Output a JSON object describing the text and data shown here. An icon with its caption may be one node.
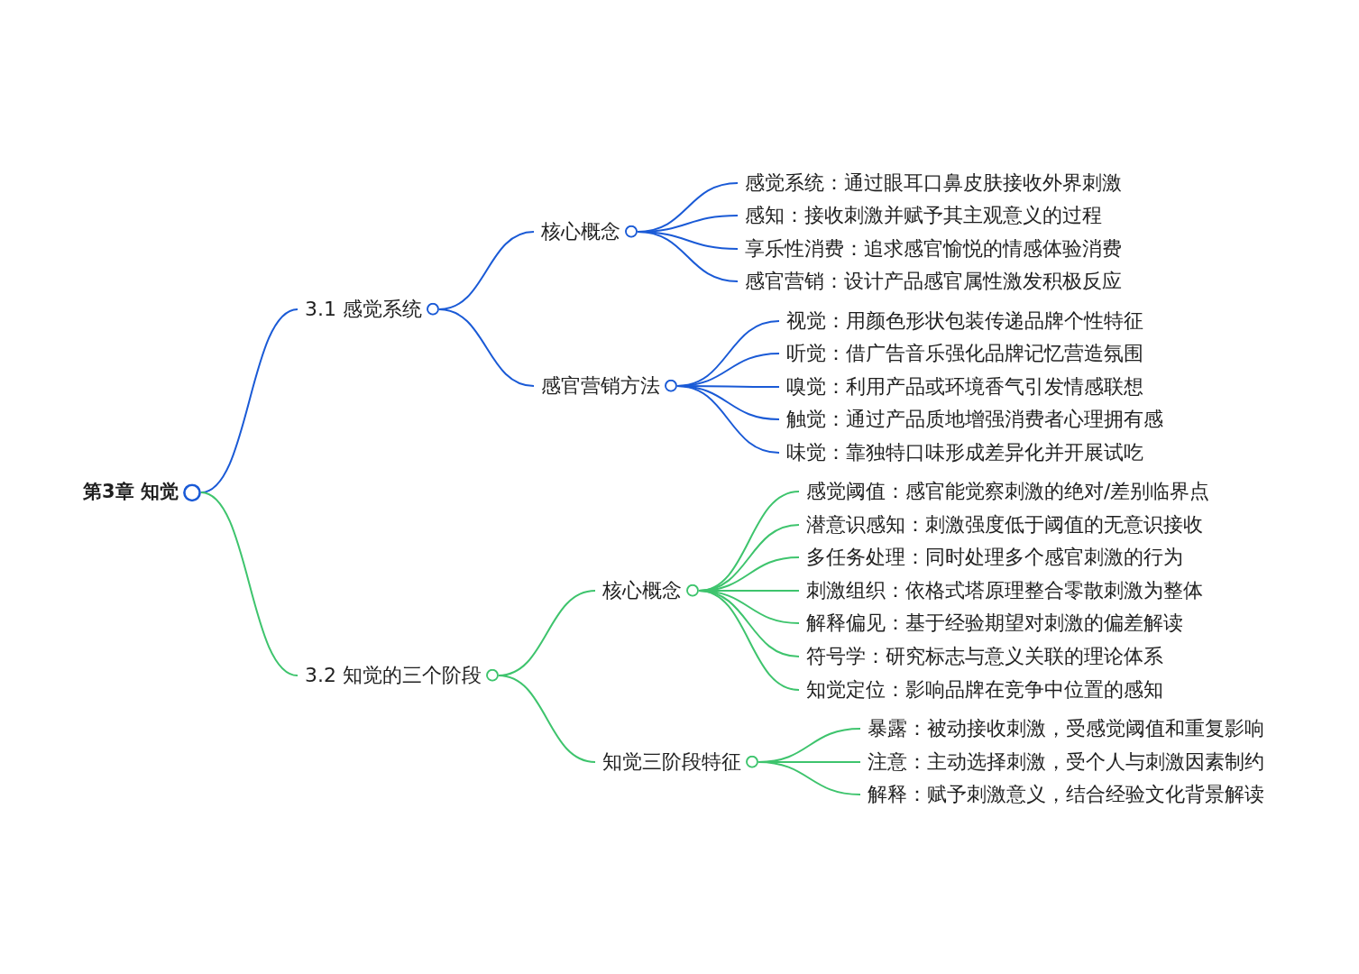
{
  "diagram": {
    "nodes": [
      {
        "text": [
          "第3章 知觉"
        ]
      },
      {
        "text": [
          "3.1 感觉系统"
        ]
      },
      {
        "text": [
          "核心概念"
        ]
      },
      {
        "text": [
          "感觉系统：通过眼耳口鼻皮肤接收外界刺激"
        ]
      },
      {
        "text": [
          "感知：接收刺激并赋予其主观意义的过程"
        ]
      },
      {
        "text": [
          "享乐性消费：追求感官愉悦的情感体验消费"
        ]
      },
      {
        "text": [
          "感官营销：设计产品感官属性激发积极反应"
        ]
      },
      {
        "text": [
          "感官营销方法"
        ]
      },
      {
        "text": [
          "视觉：用颜色形状包装传递品牌个性特征"
        ]
      },
      {
        "text": [
          "听觉：借广告音乐强化品牌记忆营造氛围"
        ]
      },
      {
        "text": [
          "嗅觉：利用产品或环境香气引发情感联想"
        ]
      },
      {
        "text": [
          "触觉：通过产品质地增强消费者心理拥有感"
        ]
      },
      {
        "text": [
          "味觉：靠独特口味形成差异化并开展试吃"
        ]
      },
      {
        "text": [
          "3.2 知觉的三个阶段"
        ]
      },
      {
        "text": [
          "核心概念"
        ]
      },
      {
        "text": [
          "感觉阈值：感官能觉察刺激的绝对/差别临界点"
        ]
      },
      {
        "text": [
          "潜意识感知：刺激强度低于阈值的无意识接收"
        ]
      },
      {
        "text": [
          "多任务处理：同时处理多个感官刺激的行为"
        ]
      },
      {
        "text": [
          "刺激组织：依格式塔原理整合零散刺激为整体"
        ]
      },
      {
        "text": [
          "解释偏见：基于经验期望对刺激的偏差解读"
        ]
      },
      {
        "text": [
          "符号学：研究标志与意义关联的理论体系"
        ]
      },
      {
        "text": [
          "知觉定位：影响品牌在竞争中位置的感知"
        ]
      },
      {
        "text": [
          "知觉三阶段特征"
        ]
      },
      {
        "text": [
          "暴露：被动接收刺激，受感觉阈值和重复影响"
        ]
      },
      {
        "text": [
          "注意：主动选择刺激，受个人与刺激因素制约"
        ]
      },
      {
        "text": [
          "解释：赋予刺激意义，结合经验文化背景解读"
        ]
      }
    ],
    "edges": [
      {
        "from": 0,
        "to": 1,
        "arrow": "none",
        "color": "#1a5ad6"
      },
      {
        "from": 1,
        "to": 2,
        "arrow": "none",
        "color": "#1a5ad6"
      },
      {
        "from": 2,
        "to": 3,
        "arrow": "none",
        "color": "#1a5ad6"
      },
      {
        "from": 2,
        "to": 4,
        "arrow": "none",
        "color": "#1a5ad6"
      },
      {
        "from": 2,
        "to": 5,
        "arrow": "none",
        "color": "#1a5ad6"
      },
      {
        "from": 2,
        "to": 6,
        "arrow": "none",
        "color": "#1a5ad6"
      },
      {
        "from": 1,
        "to": 7,
        "arrow": "none",
        "color": "#1a5ad6"
      },
      {
        "from": 7,
        "to": 8,
        "arrow": "none",
        "color": "#1a5ad6"
      },
      {
        "from": 7,
        "to": 9,
        "arrow": "none",
        "color": "#1a5ad6"
      },
      {
        "from": 7,
        "to": 10,
        "arrow": "none",
        "color": "#1a5ad6"
      },
      {
        "from": 7,
        "to": 11,
        "arrow": "none",
        "color": "#1a5ad6"
      },
      {
        "from": 7,
        "to": 12,
        "arrow": "none",
        "color": "#1a5ad6"
      },
      {
        "from": 0,
        "to": 13,
        "arrow": "none"
      },
      {
        "from": 13,
        "to": 14,
        "arrow": "none"
      },
      {
        "from": 14,
        "to": 15,
        "arrow": "none"
      },
      {
        "from": 14,
        "to": 16,
        "arrow": "none"
      },
      {
        "from": 14,
        "to": 17,
        "arrow": "none"
      },
      {
        "from": 14,
        "to": 18,
        "arrow": "none"
      },
      {
        "from": 14,
        "to": 19,
        "arrow": "none"
      },
      {
        "from": 14,
        "to": 20,
        "arrow": "none"
      },
      {
        "from": 14,
        "to": 21,
        "arrow": "none"
      },
      {
        "from": 13,
        "to": 22,
        "arrow": "none"
      },
      {
        "from": 22,
        "to": 23,
        "arrow": "none"
      },
      {
        "from": 22,
        "to": 24,
        "arrow": "none"
      },
      {
        "from": 22,
        "to": 25,
        "arrow": "none"
      }
    ]
  }
}
